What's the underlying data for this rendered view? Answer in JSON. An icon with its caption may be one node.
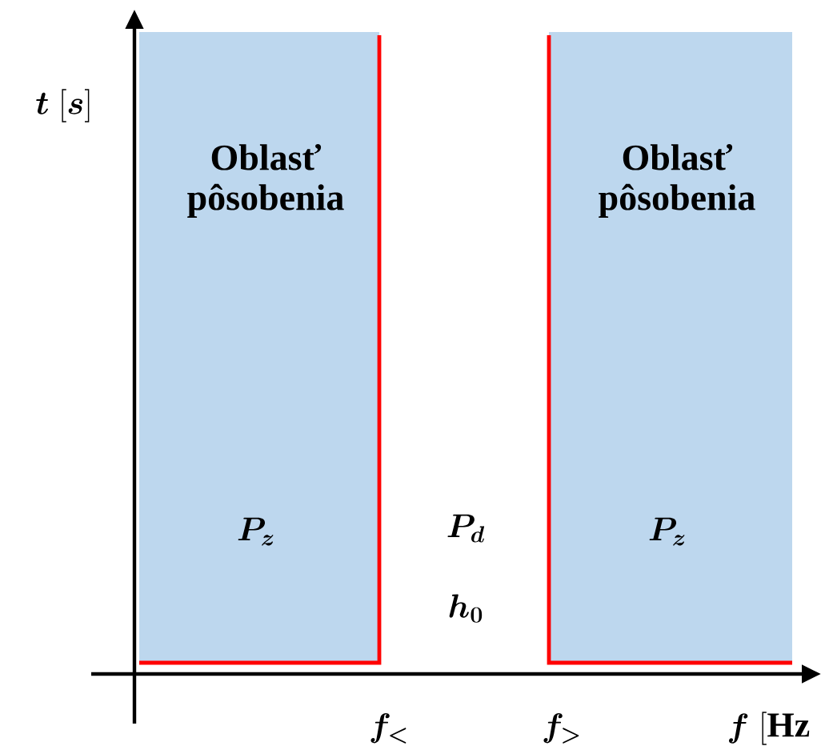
{
  "diagram": {
    "nodes": [
      {
        "text": [
          "Oblasť pôsobenia",
          "\\boldsymbol{P_z}"
        ]
      },
      {
        "text": [
          "Oblasť pôsobenia",
          "\\boldsymbol{P_z}"
        ]
      }
    ],
    "labels": [
      "\\boldsymbol{t}\\;[\\boldsymbol{s}]",
      "\\boldsymbol{P_d}",
      "\\boldsymbol{h_0}",
      "\\boldsymbol{f_<}",
      "\\boldsymbol{f_>}",
      "\\boldsymbol{f}\\;[\\mathbf{Hz}"
    ]
  }
}
